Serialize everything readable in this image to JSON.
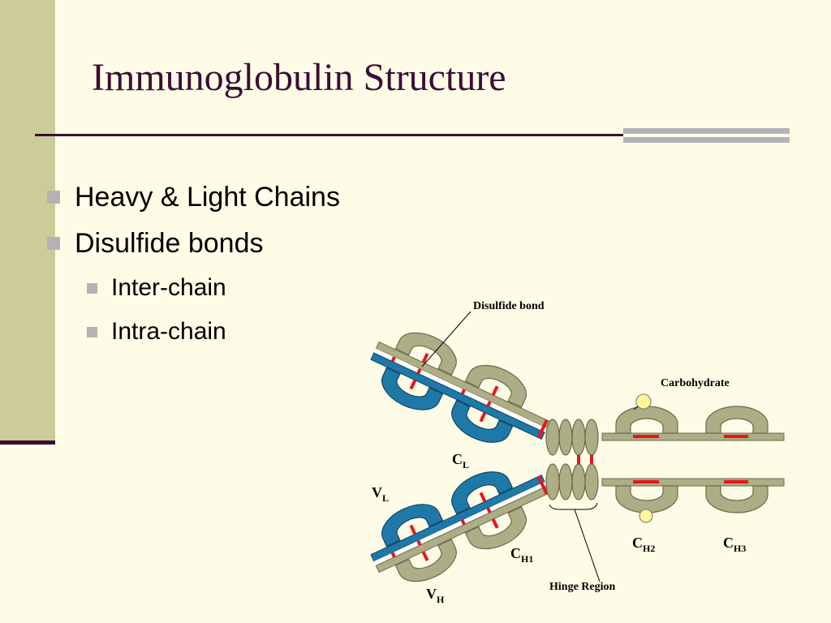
{
  "slide": {
    "title": "Immunoglobulin Structure",
    "bullets": [
      {
        "text": "Heavy & Light Chains",
        "level": 1
      },
      {
        "text": "Disulfide bonds",
        "level": 1
      },
      {
        "text": "Inter-chain",
        "level": 2
      },
      {
        "text": "Intra-chain",
        "level": 2
      }
    ]
  },
  "diagram": {
    "labels": {
      "disulfide_bond": "Disulfide bond",
      "carbohydrate": "Carbohydrate",
      "hinge_region": "Hinge Region"
    },
    "domains": {
      "cl": {
        "main": "C",
        "sub": "L"
      },
      "vl": {
        "main": "V",
        "sub": "L"
      },
      "vh": {
        "main": "V",
        "sub": "H"
      },
      "ch1": {
        "main": "C",
        "sub": "H1"
      },
      "ch2": {
        "main": "C",
        "sub": "H2"
      },
      "ch3": {
        "main": "C",
        "sub": "H3"
      }
    },
    "colors": {
      "heavy_chain": "#adad86",
      "light_chain": "#1f79a8",
      "disulfide": "#e8161c",
      "carbohydrate": "#fff599",
      "background": "#fefce6",
      "title": "#3c0d35"
    }
  }
}
